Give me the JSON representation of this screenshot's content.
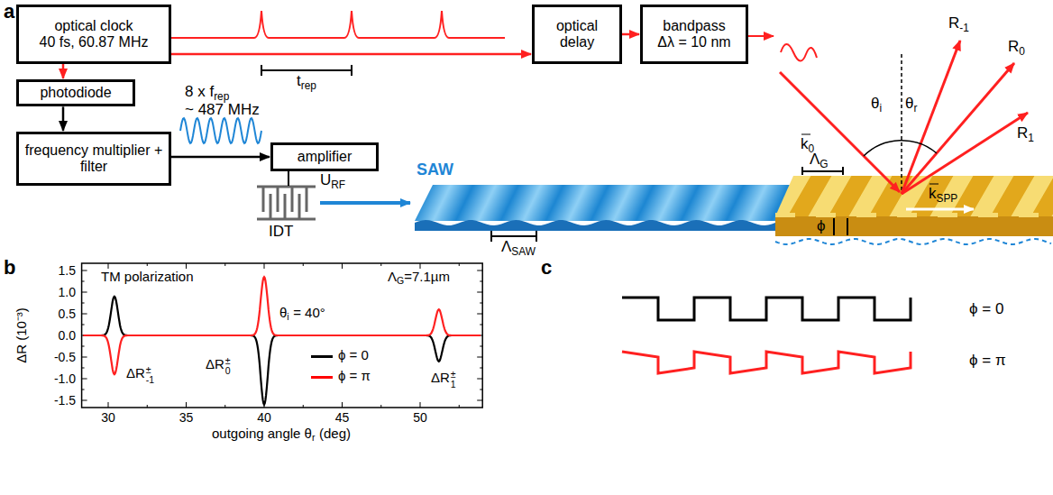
{
  "diagram": {
    "nodes": [
      {
        "text": [
          "optical clock",
          "40 fs, 60.87 MHz"
        ]
      },
      {
        "text": [
          "photodiode"
        ]
      },
      {
        "text": [
          "frequency multiplier + filter"
        ]
      },
      {
        "text": [
          "amplifier"
        ]
      },
      {
        "text": [
          "optical delay"
        ]
      },
      {
        "text": [
          "bandpass",
          "Δλ = 10 nm"
        ]
      }
    ],
    "edges": [
      {
        "from": 0,
        "to": 4,
        "arrow": "to"
      },
      {
        "from": 0,
        "to": 1,
        "arrow": "to"
      },
      {
        "from": 1,
        "to": 2,
        "arrow": "to"
      },
      {
        "from": 2,
        "to": 3,
        "arrow": "to"
      },
      {
        "from": 4,
        "to": 5,
        "arrow": "to"
      }
    ],
    "labels": [
      "a",
      "t",
      "rep",
      "8 x f",
      "rep",
      "~ 487 MHz",
      "U",
      "RF",
      "IDT",
      "SAW",
      "Λ",
      "SAW",
      "Λ",
      "G",
      "ϕ",
      "k",
      "SPP",
      "k",
      "0",
      "θ",
      "i",
      "θ",
      "r",
      "R",
      "-1",
      "R",
      "0",
      "R",
      "1",
      "b",
      "TM polarization",
      "Λ",
      "G",
      "=7.1µm",
      "θ",
      "i",
      "= 40°",
      "ΔR (10⁻³)",
      "1.5",
      "1.0",
      "0.5",
      "0.0",
      "-0.5",
      "-1.0",
      "-1.5",
      "30",
      "35",
      "40",
      "45",
      "50",
      "outgoing angle θ",
      "r",
      "(deg)",
      "ΔR",
      "±",
      "-1",
      "ΔR",
      "±",
      "0",
      "ΔR",
      "±",
      "1",
      "c",
      "ϕ = 0",
      "ϕ = π"
    ],
    "legend": [
      {
        "text": "ϕ = 0",
        "color": "#000000"
      },
      {
        "text": "ϕ = π",
        "color": "#ff0000"
      }
    ]
  }
}
